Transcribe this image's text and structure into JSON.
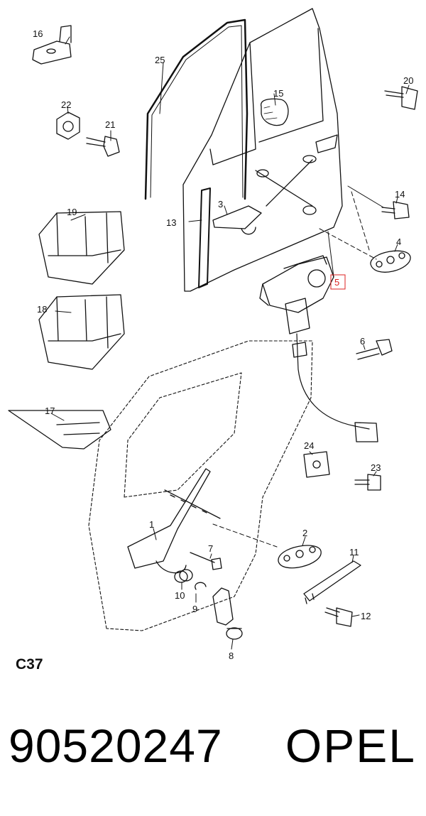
{
  "section_code": "C37",
  "part_number": "90520247",
  "brand": "OPEL",
  "highlighted_callout": "5",
  "highlight_color": "#d22222",
  "callouts": [
    "1",
    "2",
    "3",
    "4",
    "5",
    "6",
    "7",
    "8",
    "9",
    "10",
    "11",
    "12",
    "13",
    "14",
    "15",
    "16",
    "17",
    "18",
    "19",
    "20",
    "21",
    "22",
    "23",
    "24",
    "25"
  ]
}
